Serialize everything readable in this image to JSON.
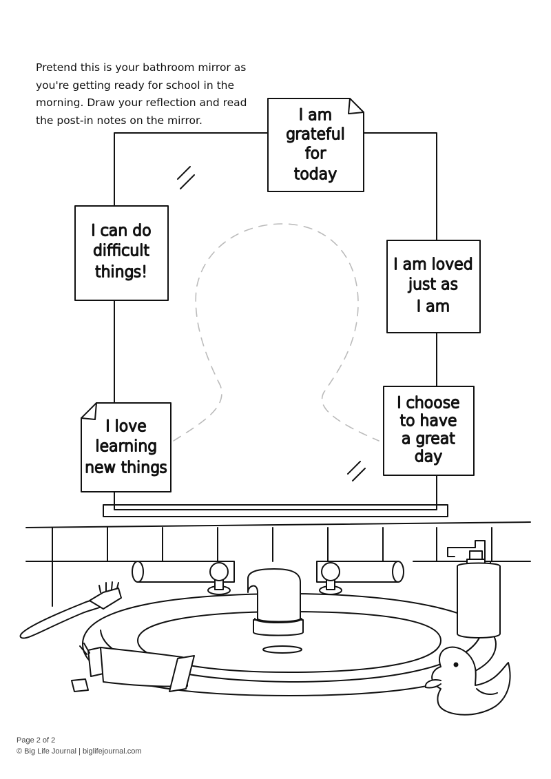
{
  "instructions": "Pretend this is your bathroom mirror as you're getting ready for school in the morning. Draw your reflection and read the post-in notes on the mirror.",
  "notes": {
    "grateful": [
      "I am",
      "grateful",
      "for",
      "today"
    ],
    "difficult": [
      "I can do",
      "difficult",
      "things!"
    ],
    "loved": [
      "I am loved",
      "just as",
      "I am"
    ],
    "learning": [
      "I love",
      "learning",
      "new things"
    ],
    "choose": [
      "I choose",
      "to have",
      "a great",
      "day"
    ]
  },
  "footer": {
    "page": "Page 2 of 2",
    "copyright": "© Big Life Journal | biglifejournal.com"
  }
}
